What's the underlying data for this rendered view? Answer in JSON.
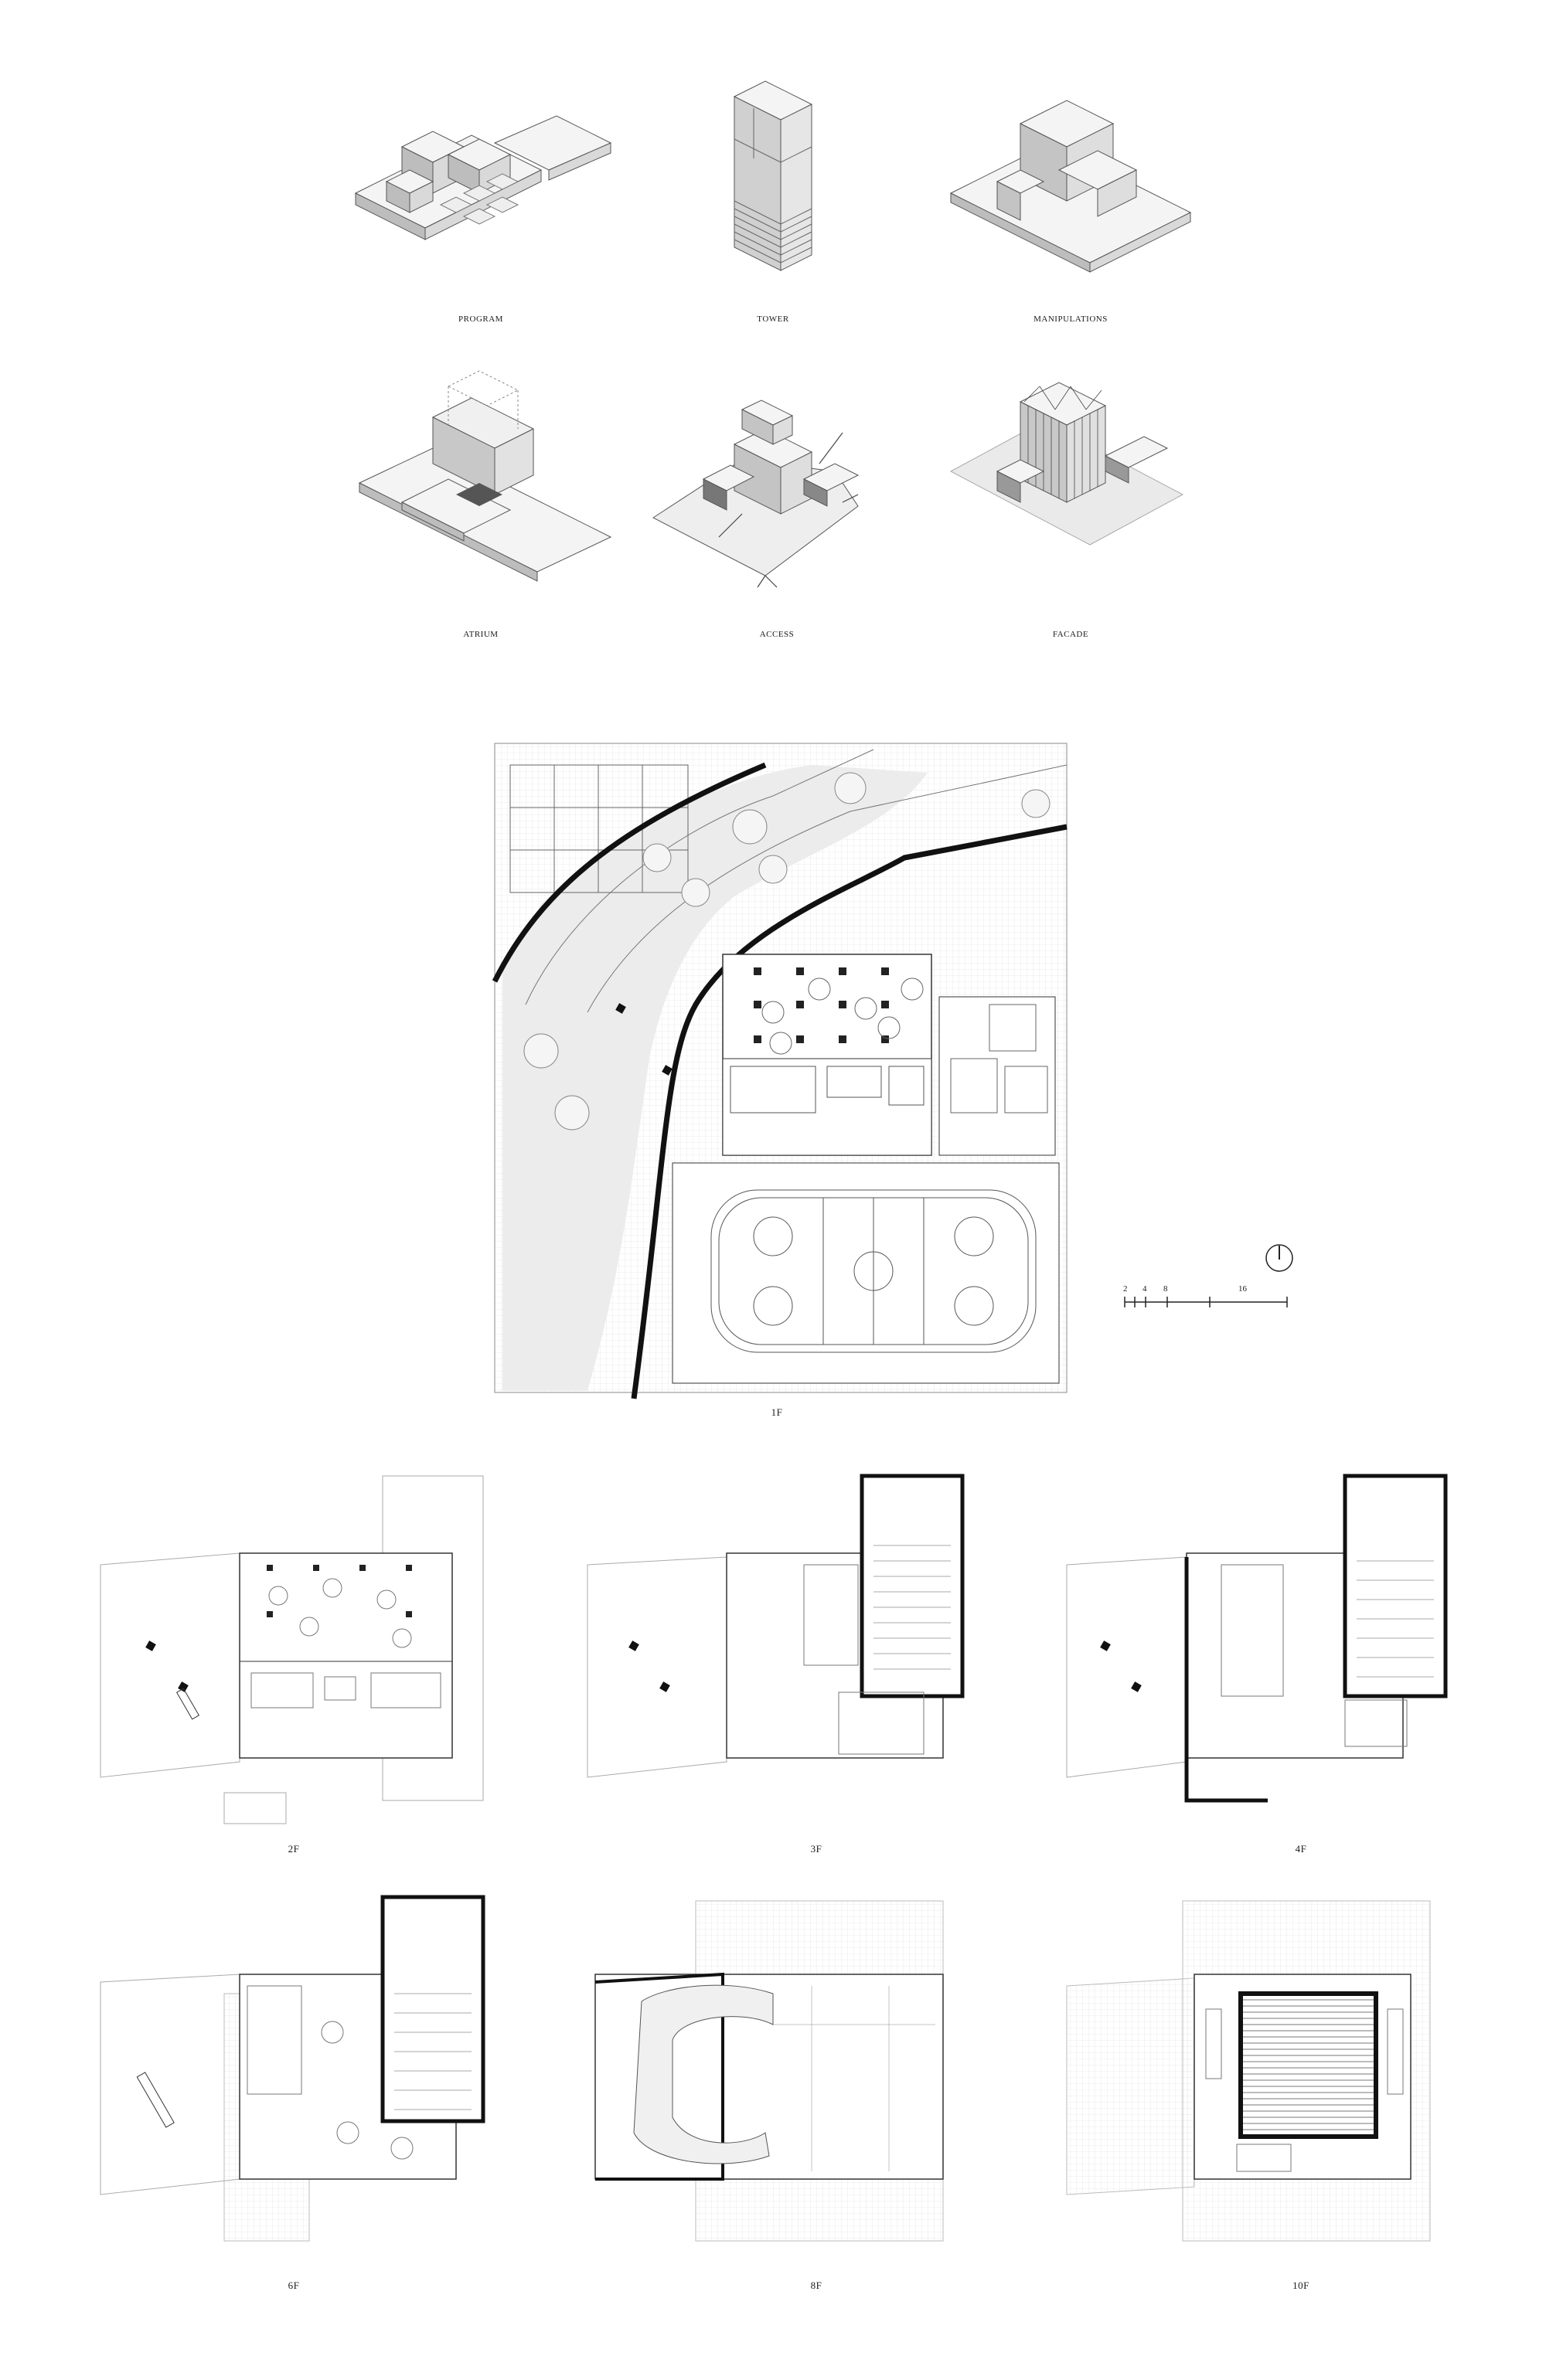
{
  "diagram_labels": [
    "PROGRAM",
    "TOWER",
    "MANIPULATIONS",
    "ATRIUM",
    "ACCESS",
    "FACADE"
  ],
  "site_plan": {
    "label": "1F",
    "scale_ticks": [
      "2",
      "4",
      "8",
      "16"
    ]
  },
  "floor_labels": [
    "2F",
    "3F",
    "4F",
    "6F",
    "8F",
    "10F"
  ],
  "colors": {
    "ink": "#1a1a1a",
    "line": "#555555",
    "landscape": "#ececec",
    "massing_top": "#f4f4f4",
    "massing_left": "#bdbdbd",
    "massing_right": "#d9d9d9"
  },
  "icons": {
    "north_arrow": "north-arrow-icon",
    "scale_bar": "scale-bar-icon"
  }
}
